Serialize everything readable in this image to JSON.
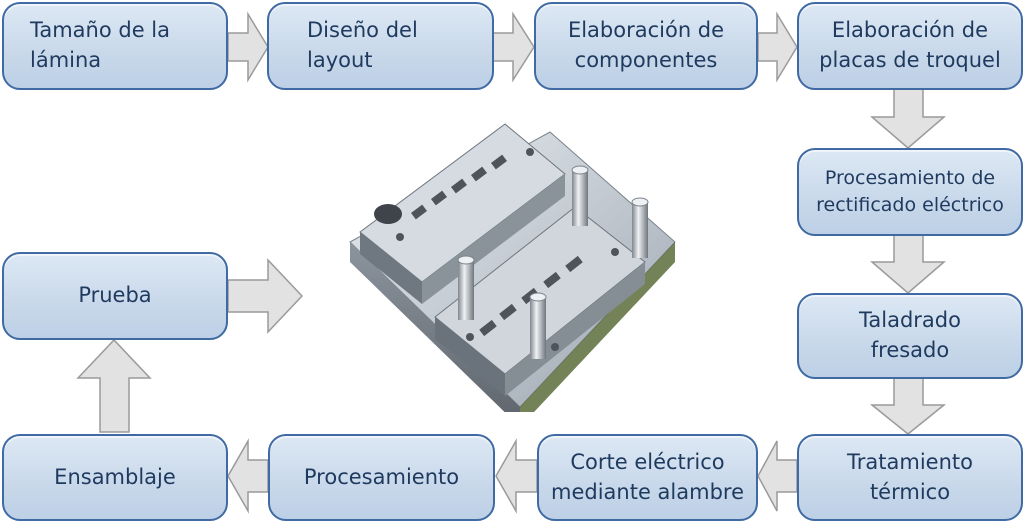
{
  "colors": {
    "box_border": "#3f6aa3",
    "box_fill": "#c8d8ea",
    "text": "#1f3a5f",
    "arrow_fill": "#e2e2e2",
    "arrow_stroke": "#9a9a9a"
  },
  "steps": {
    "s1": "Tamaño de la\nlámina",
    "s2": "Diseño del\nlayout",
    "s3": "Elaboración de\ncomponentes",
    "s4": "Elaboración de\nplacas de troquel",
    "s5": "Procesamiento de\nrectificado eléctrico",
    "s6": "Taladrado\nfresado",
    "s7": "Tratamiento\ntérmico",
    "s8": "Corte eléctrico\nmediante alambre",
    "s9": "Procesamiento",
    "s10": "Ensamblaje",
    "s11": "Prueba"
  },
  "illustration": {
    "icon": "stamping-die-icon"
  }
}
